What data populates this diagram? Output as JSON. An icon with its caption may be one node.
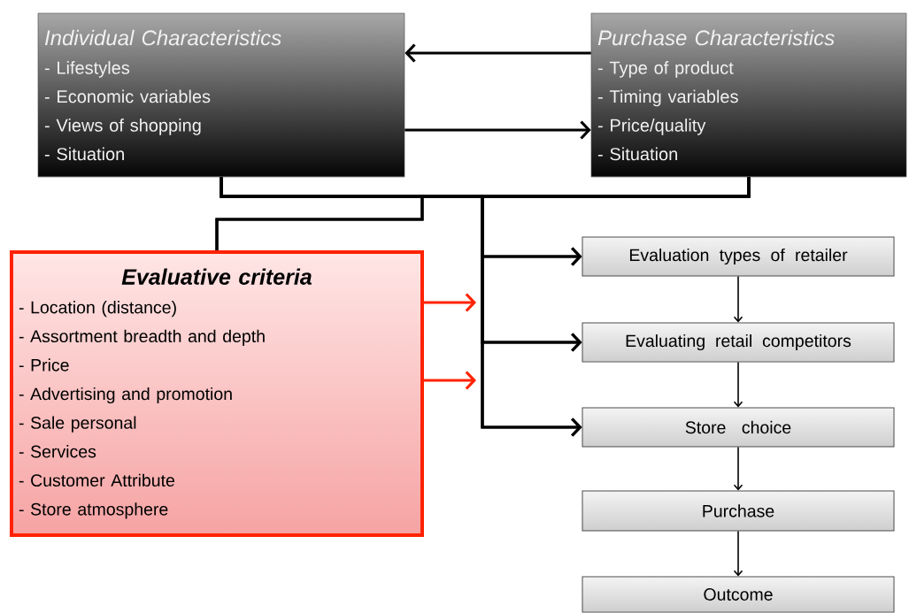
{
  "diagram": {
    "nodes": [
      {
        "text": [
          "Individual Characteristics",
          "- Lifestyles",
          "- Economic variables",
          "- Views of shopping",
          "- Situation"
        ]
      },
      {
        "text": [
          "Purchase Characteristics",
          "- Type of product",
          "- Timing variables",
          "- Price/quality",
          "- Situation"
        ]
      },
      {
        "text": [
          "Evaluative criteria",
          "- Location (distance)",
          "- Assortment breadth and depth",
          "- Price",
          "- Advertising and promotion",
          "- Sale personal",
          "- Services",
          "- Customer Attribute",
          "- Store atmosphere"
        ]
      },
      {
        "text": [
          "Evaluation types of retailer"
        ]
      },
      {
        "text": [
          "Evaluating retail competitors"
        ]
      },
      {
        "text": [
          "Store choice"
        ]
      },
      {
        "text": [
          "Purchase"
        ]
      },
      {
        "text": [
          "Outcome"
        ]
      }
    ],
    "edges": [
      {
        "from": 1,
        "to": 0,
        "arrow": "to"
      },
      {
        "from": 0,
        "to": 1,
        "arrow": "to"
      },
      {
        "from": 0,
        "to": 2,
        "arrow": "none"
      },
      {
        "from": 1,
        "to": 2,
        "arrow": "none"
      },
      {
        "from": 0,
        "to": 3,
        "arrow": "to"
      },
      {
        "from": 0,
        "to": 4,
        "arrow": "to"
      },
      {
        "from": 0,
        "to": 5,
        "arrow": "to"
      },
      {
        "from": 1,
        "to": 3,
        "arrow": "to"
      },
      {
        "from": 1,
        "to": 4,
        "arrow": "to"
      },
      {
        "from": 1,
        "to": 5,
        "arrow": "to"
      },
      {
        "from": 2,
        "to": null,
        "arrow": "to",
        "color": "#ff2200"
      },
      {
        "from": 2,
        "to": null,
        "arrow": "to",
        "color": "#ff2200"
      },
      {
        "from": 3,
        "to": 4,
        "arrow": "to"
      },
      {
        "from": 4,
        "to": 5,
        "arrow": "to"
      },
      {
        "from": 5,
        "to": 6,
        "arrow": "to"
      },
      {
        "from": 6,
        "to": 7,
        "arrow": "to"
      }
    ]
  }
}
